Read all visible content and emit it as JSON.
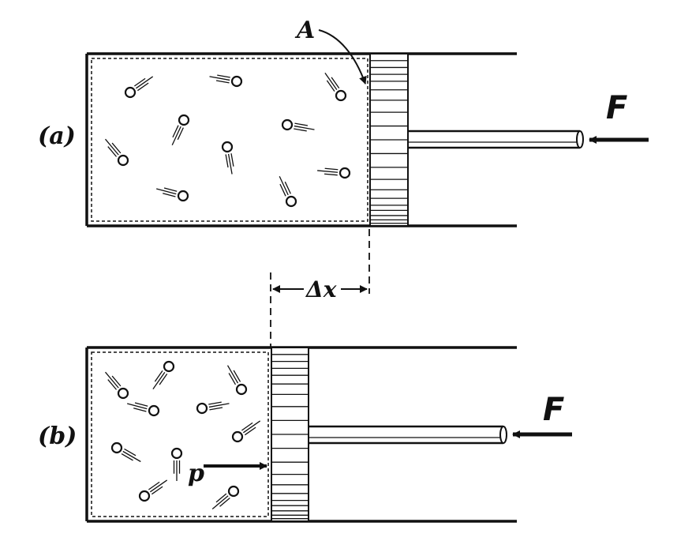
{
  "labels": {
    "panel_a": "(a)",
    "panel_b": "(b)",
    "area": "A",
    "force_a": "F",
    "force_b": "F",
    "pressure": "p",
    "displacement": "Δx"
  },
  "colors": {
    "ink": "#111111",
    "background": "#ffffff"
  }
}
